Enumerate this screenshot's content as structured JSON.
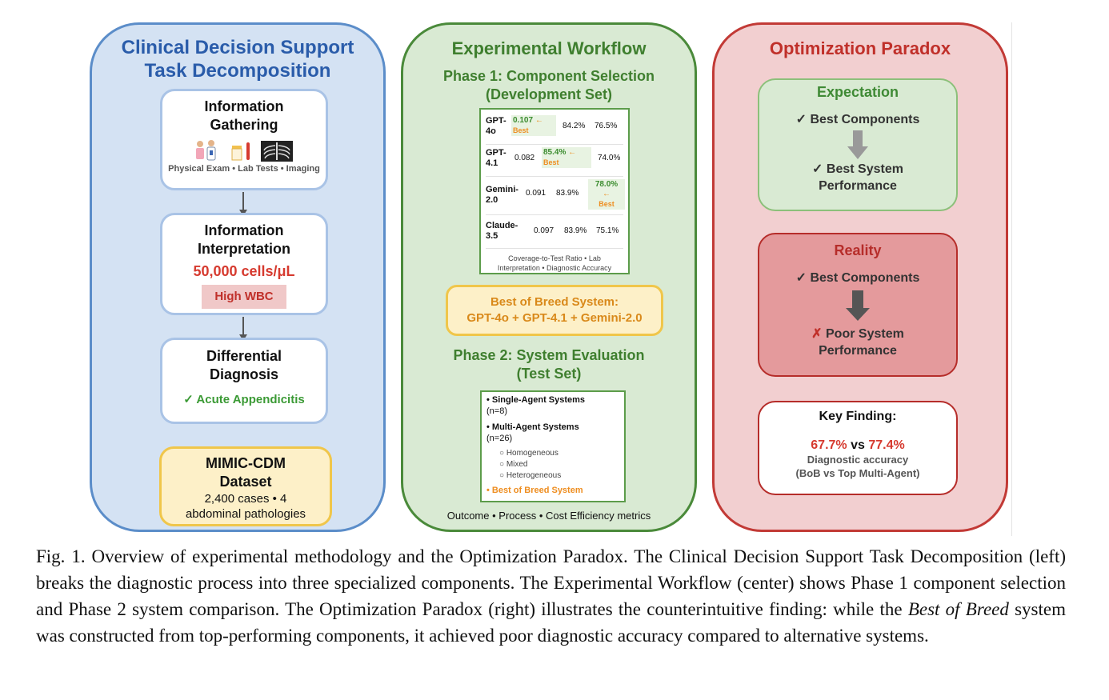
{
  "left": {
    "title_line1": "Clinical Decision Support",
    "title_line2": "Task Decomposition",
    "gathering": {
      "title_line1": "Information",
      "title_line2": "Gathering",
      "caption": "Physical Exam • Lab Tests • Imaging"
    },
    "interpretation": {
      "title_line1": "Information",
      "title_line2": "Interpretation",
      "value": "50,000 cells/μL",
      "badge": "High WBC"
    },
    "diagnosis": {
      "title_line1": "Differential",
      "title_line2": "Diagnosis",
      "result": "✓ Acute Appendicitis"
    },
    "dataset": {
      "title_line1": "MIMIC-CDM",
      "title_line2": "Dataset",
      "desc_line1": "2,400 cases • 4",
      "desc_line2": "abdominal pathologies"
    }
  },
  "mid": {
    "title": "Experimental Workflow",
    "phase1_line1": "Phase 1: Component Selection",
    "phase1_line2": "(Development Set)",
    "table": {
      "rows": [
        {
          "model_line1": "GPT-",
          "model_line2": "4o",
          "c1": "0.107",
          "c2": "84.2%",
          "c3": "76.5%"
        },
        {
          "model_line1": "GPT-",
          "model_line2": "4.1",
          "c1": "0.082",
          "c2": "85.4%",
          "c3": "74.0%"
        },
        {
          "model_line1": "Gemini-",
          "model_line2": "2.0",
          "c1": "0.091",
          "c2": "83.9%",
          "c3": "78.0%"
        },
        {
          "model_line1": "Claude-",
          "model_line2": "3.5",
          "c1": "0.097",
          "c2": "83.9%",
          "c3": "75.1%"
        }
      ],
      "best_label": "Best",
      "arrow": "←",
      "caption_line1": "Coverage-to-Test Ratio • Lab",
      "caption_line2": "Interpretation • Diagnostic Accuracy"
    },
    "bob_line1": "Best of Breed System:",
    "bob_line2": "GPT-4o + GPT-4.1 + Gemini-2.0",
    "phase2_line1": "Phase 2: System Evaluation",
    "phase2_line2": "(Test Set)",
    "eval": {
      "single": "• Single-Agent Systems",
      "single_n": "(n=8)",
      "multi": "• Multi-Agent Systems",
      "multi_n": "(n=26)",
      "sub": [
        "○ Homogeneous",
        "○ Mixed",
        "○ Heterogeneous"
      ],
      "bob": "• Best of Breed System"
    },
    "footer": "Outcome • Process • Cost Efficiency metrics"
  },
  "right": {
    "title": "Optimization Paradox",
    "expectation": {
      "title": "Expectation",
      "line1": "✓ Best Components",
      "line2": "✓ Best System",
      "line3": "Performance"
    },
    "reality": {
      "title": "Reality",
      "line1": "✓ Best Components",
      "line2_mark": "✗",
      "line2": " Poor System",
      "line3": "Performance"
    },
    "finding": {
      "title": "Key Finding:",
      "v1": "67.7%",
      "vs": " vs ",
      "v2": "77.4%",
      "desc1": "Diagnostic accuracy",
      "desc2": "(BoB vs Top Multi-Agent)"
    }
  },
  "caption": {
    "p1": "Fig. 1.  Overview of experimental methodology and the Optimization Paradox. The Clinical Decision Support Task Decomposition (left) breaks the diagnostic process into three specialized components. The Experimental Workflow (center) shows Phase 1 component selection and Phase 2 system comparison. The Optimization Paradox (right) illustrates the counterintuitive finding: while the ",
    "em": "Best of Breed",
    "p2": " system was constructed from top-performing components, it achieved poor diagnostic accuracy compared to alternative systems."
  },
  "colors": {
    "left_title": "#2a5caa",
    "mid_title": "#3f7f2f",
    "right_title": "#c0302a",
    "accent_red": "#d63a2f",
    "accent_green": "#3b9a35",
    "best_orange": "#ee8d1f"
  }
}
